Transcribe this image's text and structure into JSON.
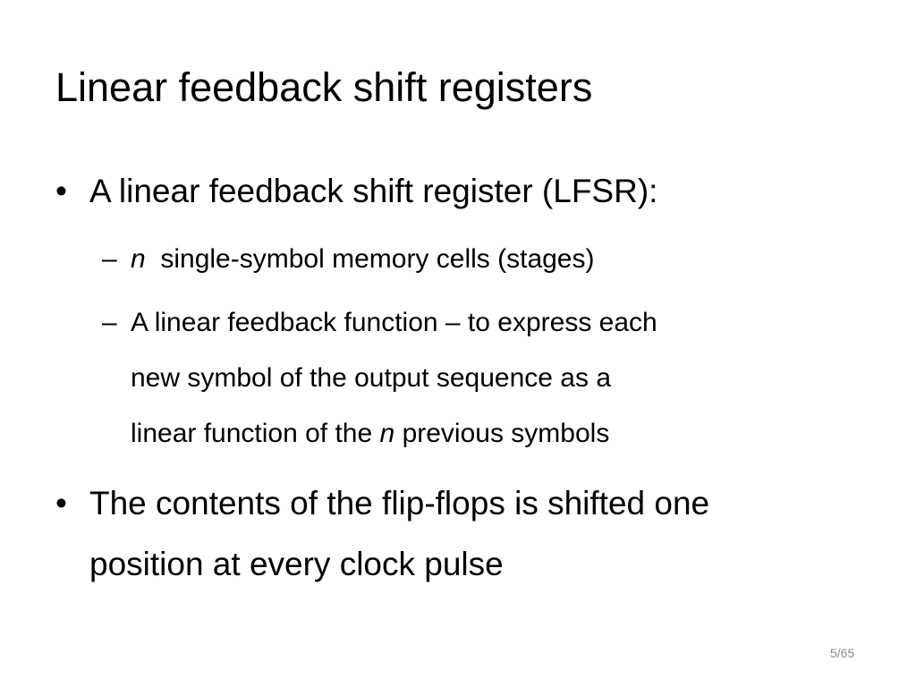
{
  "slide": {
    "title": "Linear feedback shift registers",
    "bullet_marker": "•",
    "dash_marker": "–",
    "bullet1": {
      "text": "A linear feedback shift register (LFSR):"
    },
    "sub1": {
      "var": "n",
      "rest": "single-symbol memory cells (stages)"
    },
    "sub2": {
      "line1": "A linear feedback function – to express each",
      "line2": "new symbol of the output sequence as a",
      "line3_pre": "linear function of the",
      "line3_var": "n",
      "line3_post": "previous symbols"
    },
    "bullet2": {
      "line1": "The contents of the flip-flops is shifted one",
      "line2": "position at every clock pulse"
    },
    "page_number": "5/65"
  }
}
